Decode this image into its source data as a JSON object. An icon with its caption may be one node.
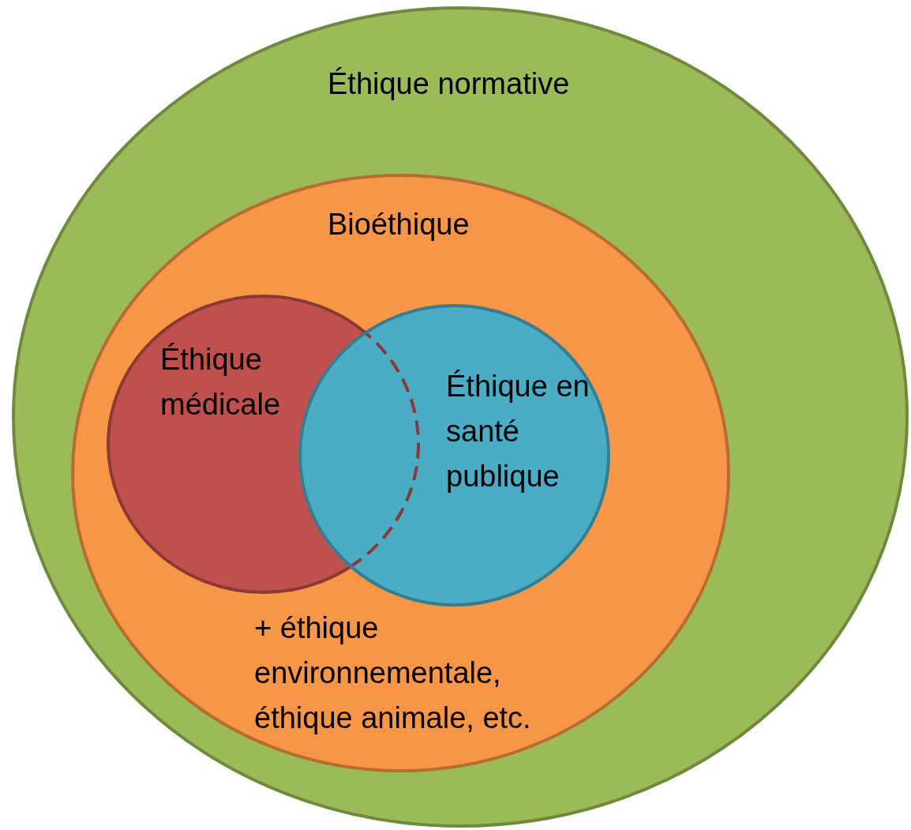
{
  "diagram": {
    "nodes": [
      {
        "text": [
          "Éthique normative"
        ]
      },
      {
        "text": [
          "Bioéthique",
          "+ éthique environnementale, éthique animale, etc."
        ],
        "in": 0
      },
      {
        "text": [
          "Éthique médicale"
        ],
        "in": 1
      },
      {
        "text": [
          "Éthique en santé publique"
        ],
        "in": 1
      }
    ]
  }
}
